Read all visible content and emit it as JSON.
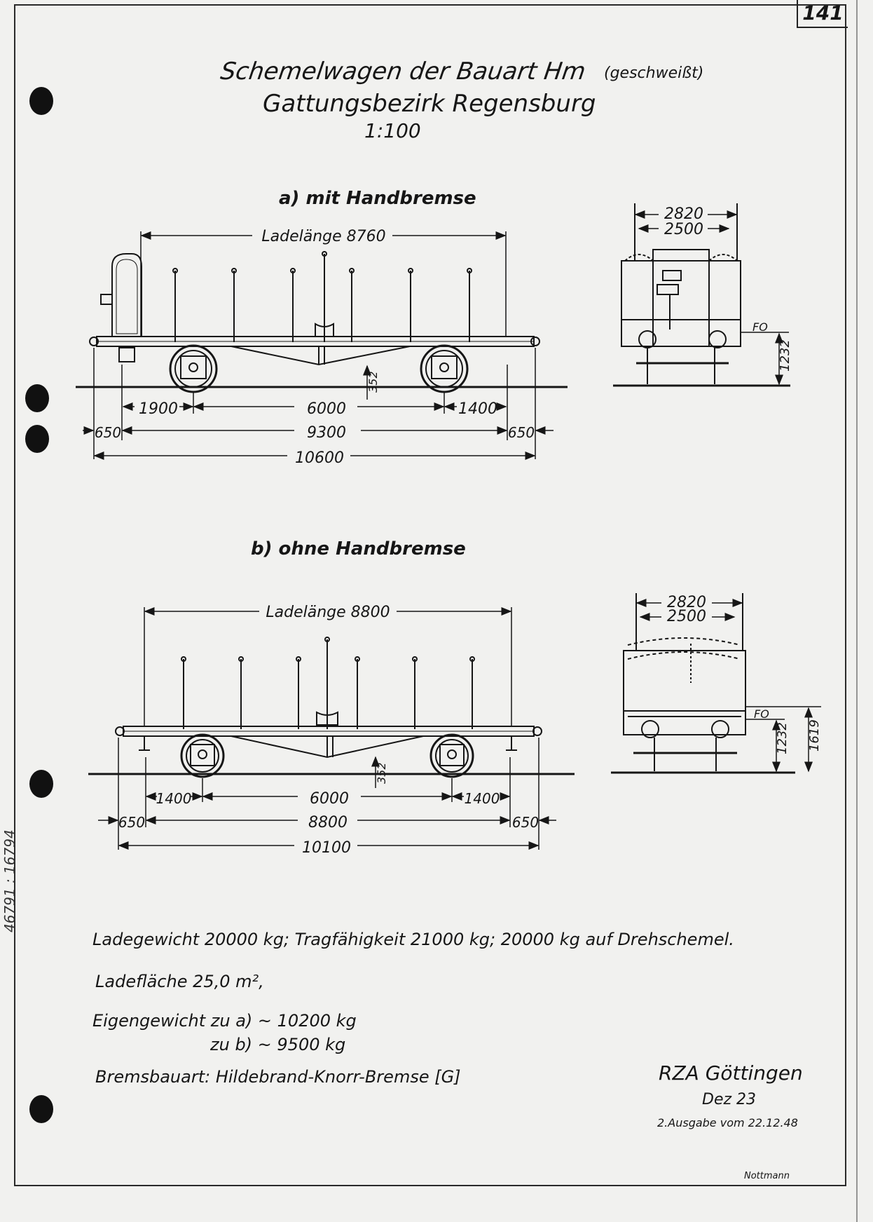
{
  "page_number": "141",
  "title": {
    "line1": "Schemelwagen der Bauart Hm",
    "line1_note": "(geschweißt)",
    "line2": "Gattungsbezirk Regensburg",
    "scale": "1:100"
  },
  "variant_a": {
    "heading": "a) mit Handbremse",
    "load_length": "Ladelänge 8760",
    "dim_left_offset": "1900",
    "dim_wheelbase": "6000",
    "dim_right_offset": "1400",
    "dim_overhang_left": "650",
    "dim_frame_length": "9300",
    "dim_overhang_right": "650",
    "dim_total": "10600",
    "dim_drop": "352",
    "end_width_outer": "2820",
    "end_width_inner": "2500",
    "floor_label": "FO",
    "floor_height": "1232"
  },
  "variant_b": {
    "heading": "b) ohne Handbremse",
    "load_length": "Ladelänge 8800",
    "dim_left_offset": "1400",
    "dim_wheelbase": "6000",
    "dim_right_offset": "1400",
    "dim_overhang_left": "650",
    "dim_frame_length": "8800",
    "dim_overhang_right": "650",
    "dim_total": "10100",
    "dim_drop": "352",
    "end_width_outer": "2820",
    "end_width_inner": "2500",
    "floor_label": "FO",
    "floor_height": "1232",
    "top_height": "1619"
  },
  "specs": {
    "line1": "Ladegewicht 20000 kg; Tragfähigkeit 21000 kg; 20000 kg auf Drehschemel.",
    "line2": "Ladefläche 25,0 m²,",
    "line3a": "Eigengewicht zu a) ~ 10200 kg",
    "line3b": "zu b) ~ 9500 kg",
    "line4": "Bremsbauart: Hildebrand-Knorr-Bremse [G]"
  },
  "signature": {
    "office": "RZA Göttingen",
    "dept": "Dez 23",
    "edition": "2.Ausgabe vom 22.12.48",
    "signed": "Nottmann"
  },
  "margin_stamp": "46791 : 16794"
}
